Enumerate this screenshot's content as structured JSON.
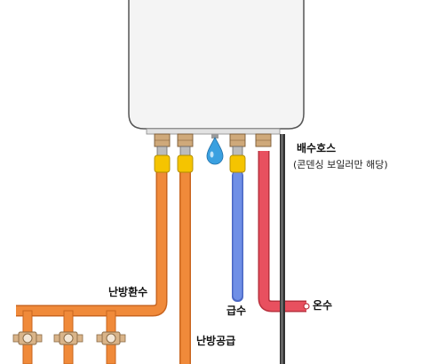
{
  "labels": {
    "drain_hose": "배수호스",
    "drain_hose_note": "(콘덴싱 보일러만 해당)",
    "heating_return": "난방환수",
    "heating_supply": "난방공급",
    "cold_water_inlet": "급수",
    "hot_water_outlet": "온수"
  },
  "colors": {
    "boiler_body": "#f4f4f4",
    "boiler_outline": "#555555",
    "heating_pipe": "#f08a3a",
    "heating_pipe_dark": "#c9651f",
    "cold_water_pipe": "#6f8fe6",
    "hot_water_pipe": "#e8505f",
    "drain_hose": "#333333",
    "valve_handle": "#f5c400",
    "fitting": "#cfa97a",
    "water_drop": "#3aa0e0"
  }
}
